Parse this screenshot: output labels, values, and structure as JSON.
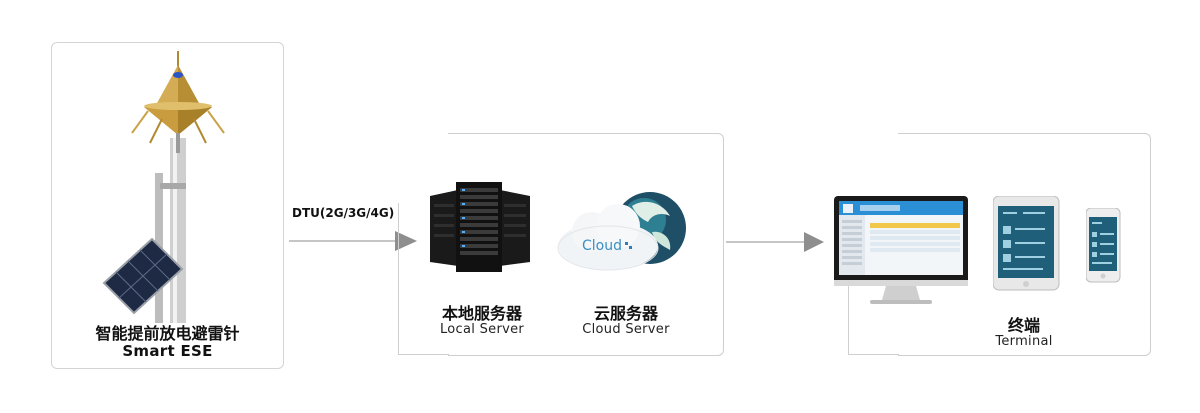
{
  "ese": {
    "name_zh": "智能提前放电避雷针",
    "name_en": "Smart ESE"
  },
  "link": {
    "label": "DTU(2G/3G/4G)"
  },
  "local_server": {
    "name_zh": "本地服务器",
    "name_en": "Local Server"
  },
  "cloud_server": {
    "name_zh": "云服务器",
    "name_en": "Cloud Server",
    "cloud_text": "Cloud"
  },
  "terminal": {
    "name_zh": "终端",
    "name_en": "Terminal"
  },
  "colors": {
    "frame": "#cfcfcf",
    "arrow": "#8e8e8e",
    "gold": "#c9a24a",
    "screen_blue": "#2b8fd6",
    "tablet_blue": "#1f5f7a"
  }
}
